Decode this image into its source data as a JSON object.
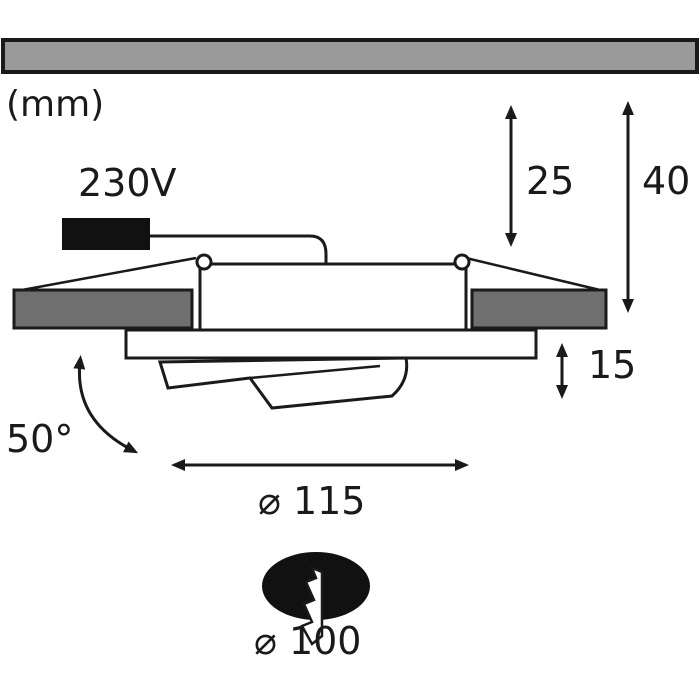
{
  "diagram": {
    "unit_label": "(mm)",
    "voltage_label": "230V",
    "dim_25": "25",
    "dim_40": "40",
    "dim_15": "15",
    "angle_label": "50°",
    "diameter_115": "⌀ 115",
    "cutout_diameter": "⌀ 100",
    "colors": {
      "line": "#1a1a1a",
      "ceiling_fill": "#9a9a9a",
      "panel_fill": "#6f6f6f",
      "driver_fill": "#111111"
    }
  }
}
